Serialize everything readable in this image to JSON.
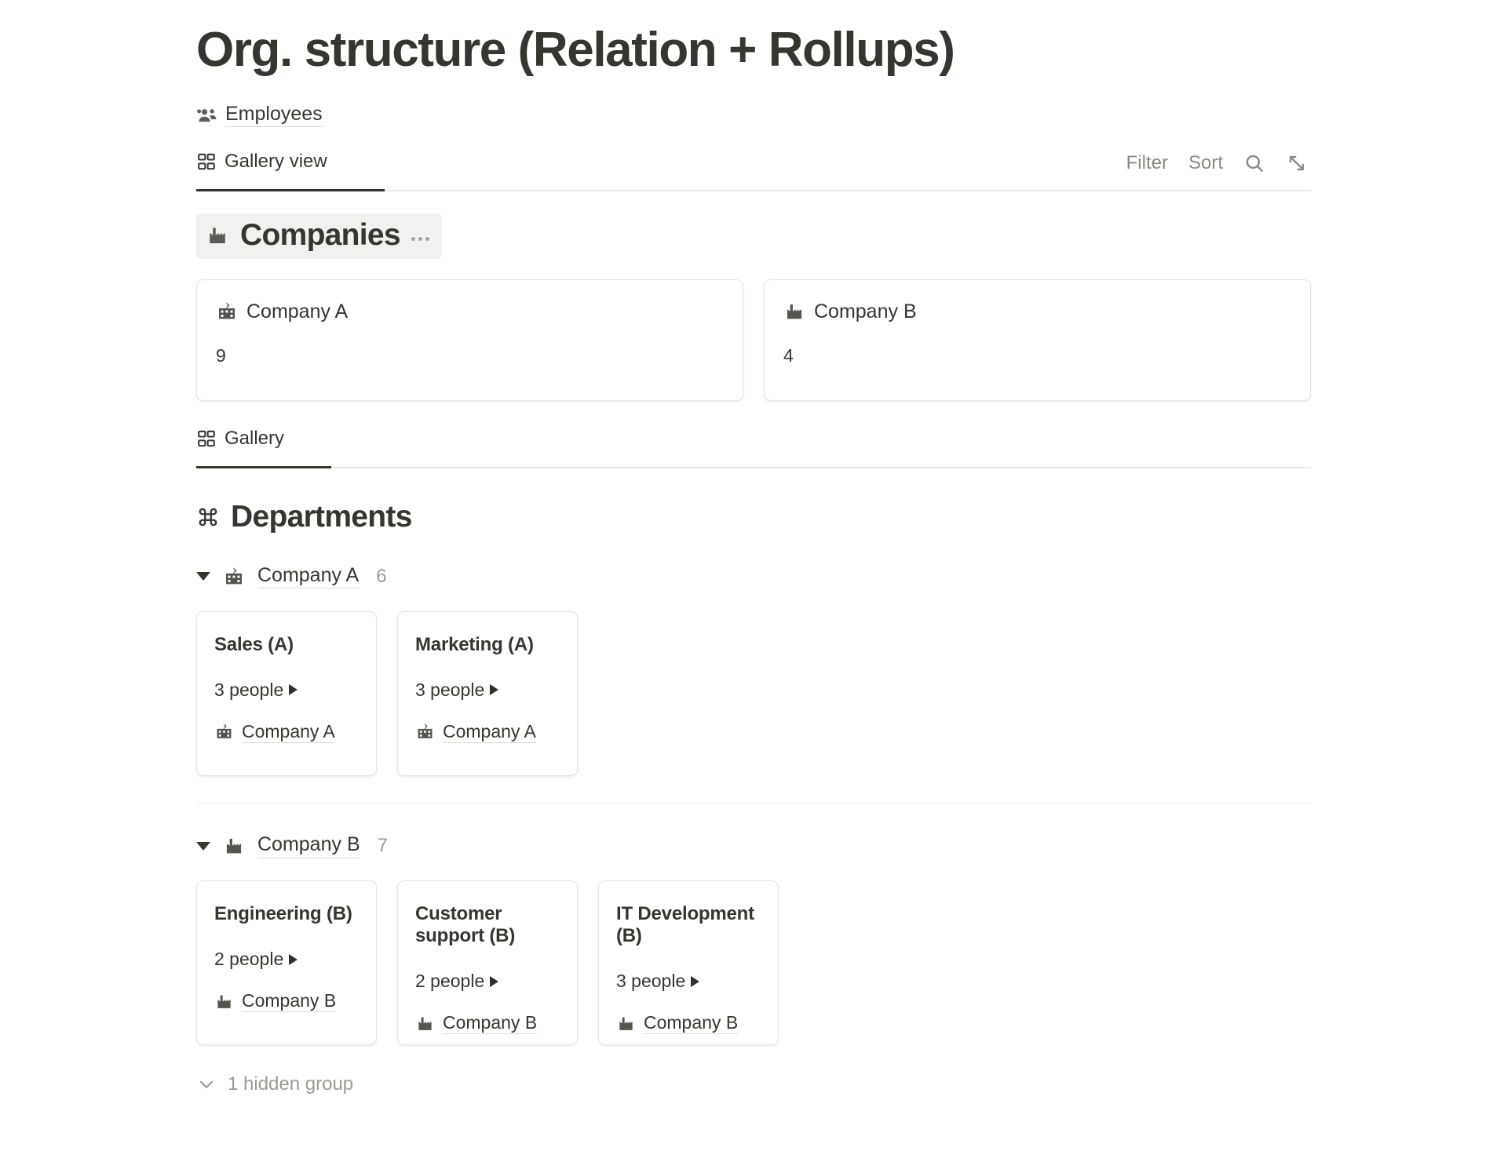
{
  "page": {
    "title": "Org. structure (Relation + Rollups)"
  },
  "breadcrumb": {
    "icon": "people-group-icon",
    "label": "Employees"
  },
  "view_toolbar": {
    "tab_icon": "gallery-grid-icon",
    "tab_label": "Gallery view",
    "filter_label": "Filter",
    "sort_label": "Sort",
    "search_icon": "search-icon",
    "expand_icon": "expand-arrows-icon"
  },
  "companies_section": {
    "icon": "factory-building-icon",
    "title": "Companies",
    "menu_icon": "ellipsis-icon",
    "cards": [
      {
        "icon": "school-building-icon",
        "title": "Company A",
        "value": "9"
      },
      {
        "icon": "factory-building-icon",
        "title": "Company B",
        "value": "4"
      }
    ]
  },
  "gallery_tab": {
    "icon": "gallery-grid-icon",
    "label": "Gallery"
  },
  "departments_section": {
    "icon": "command-place-icon",
    "title": "Departments",
    "groups": [
      {
        "toggle_icon": "triangle-down-icon",
        "icon": "school-building-icon",
        "name": "Company A",
        "count": "6",
        "cards": [
          {
            "title": "Sales (A)",
            "rollup": "3 people",
            "rollup_expand_icon": "triangle-right-icon",
            "relation_icon": "school-building-icon",
            "relation": "Company A"
          },
          {
            "title": "Marketing (A)",
            "rollup": "3 people",
            "rollup_expand_icon": "triangle-right-icon",
            "relation_icon": "school-building-icon",
            "relation": "Company A"
          }
        ]
      },
      {
        "toggle_icon": "triangle-down-icon",
        "icon": "factory-building-icon",
        "name": "Company B",
        "count": "7",
        "cards": [
          {
            "title": "Engineering (B)",
            "rollup": "2 people",
            "rollup_expand_icon": "triangle-right-icon",
            "relation_icon": "factory-building-icon",
            "relation": "Company B"
          },
          {
            "title": "Customer support (B)",
            "rollup": "2 people",
            "rollup_expand_icon": "triangle-right-icon",
            "relation_icon": "factory-building-icon",
            "relation": "Company B"
          },
          {
            "title": "IT Development (B)",
            "rollup": "3 people",
            "rollup_expand_icon": "triangle-right-icon",
            "relation_icon": "factory-building-icon",
            "relation": "Company B"
          }
        ]
      }
    ],
    "hidden_group": {
      "icon": "chevron-down-icon",
      "label": "1 hidden group"
    }
  },
  "colors": {
    "text": "#37352f",
    "muted": "#9b9a94",
    "border": "#e6e5e2",
    "chip_bg": "#f1f1ef",
    "active_underline": "#37352f"
  }
}
